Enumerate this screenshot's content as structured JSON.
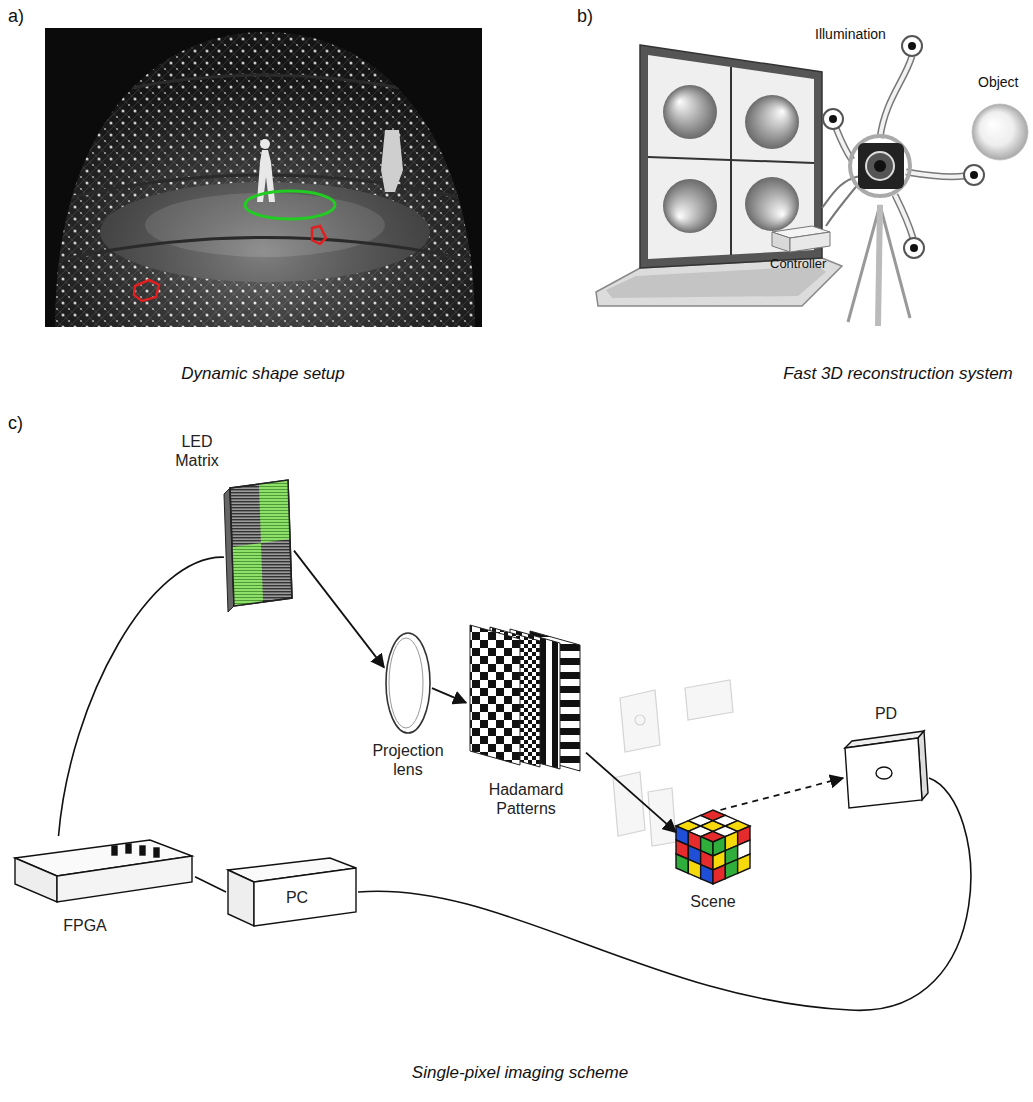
{
  "diagram": {
    "nodes": [
      {
        "text": [
          "LED Matrix"
        ]
      },
      {
        "text": [
          "Projection lens"
        ]
      },
      {
        "text": [
          "Hadamard Patterns"
        ]
      },
      {
        "text": [
          "Scene"
        ]
      },
      {
        "text": [
          "PD"
        ]
      },
      {
        "text": [
          "FPGA"
        ]
      },
      {
        "text": [
          "PC"
        ]
      }
    ],
    "edges": [
      {
        "from": 0,
        "to": 1,
        "arrow": "to"
      },
      {
        "from": 1,
        "to": 2,
        "arrow": "to"
      },
      {
        "from": 2,
        "to": 3,
        "arrow": "to"
      },
      {
        "from": 3,
        "to": 4,
        "arrow": "to"
      },
      {
        "from": 4,
        "to": 6,
        "arrow": "none"
      },
      {
        "from": 5,
        "to": 6,
        "arrow": "none"
      },
      {
        "from": 0,
        "to": 5,
        "arrow": "none"
      }
    ],
    "labels": [
      "a)",
      "b)",
      "Illumination",
      "Object",
      "Controller",
      "Dynamic shape setup",
      "Fast 3D reconstruction system",
      "c)",
      "Single-pixel imaging scheme"
    ]
  }
}
